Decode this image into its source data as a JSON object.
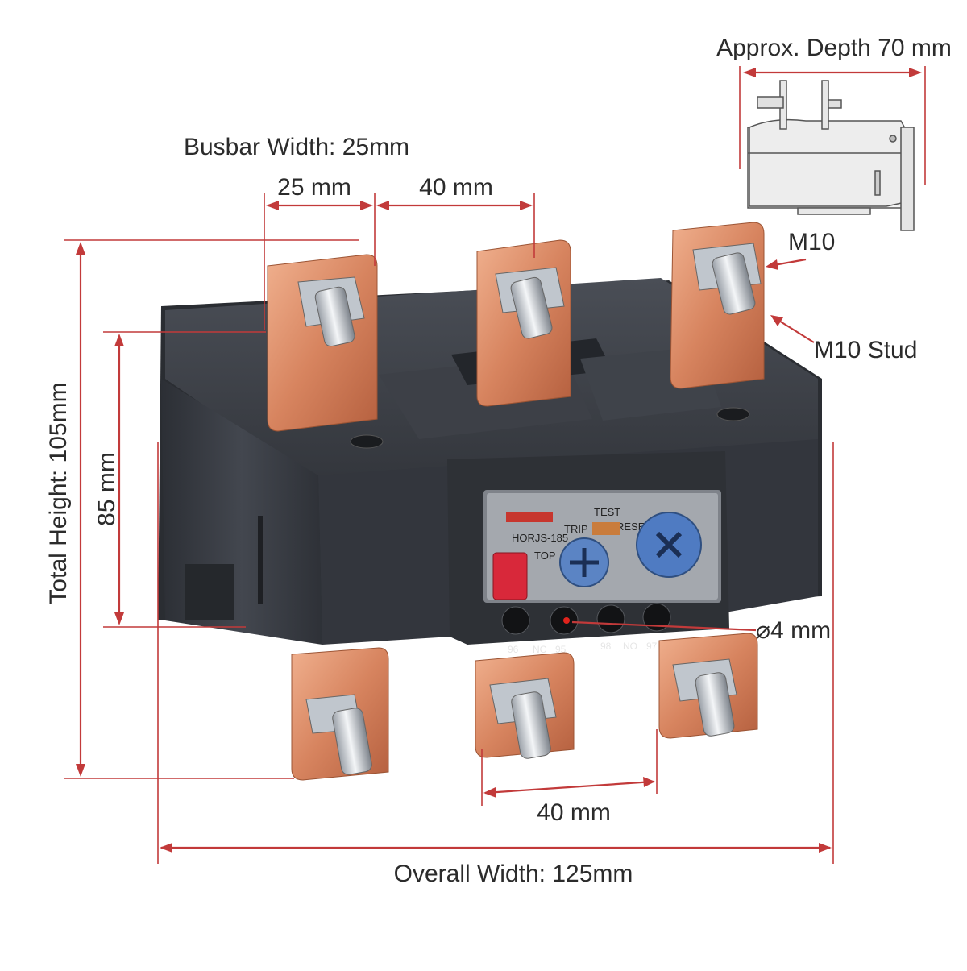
{
  "labels": {
    "depth": "Approx. Depth 70 mm",
    "busbar_width": "Busbar Width: 25mm",
    "pitch_25": "25 mm",
    "pitch_40_top": "40 mm",
    "m10": "M10",
    "m10_stud": "M10 Stud",
    "total_height": "Total Height: 105mm",
    "height_85": "85 mm",
    "hole_diameter": "⌀4 mm",
    "pitch_40_bottom": "40 mm",
    "overall_width": "Overall Width: 125mm"
  },
  "relay_panel": {
    "test": "TEST",
    "trip": "TRIP",
    "reset": "RESET",
    "top": "TOP",
    "model": "HORJS-185",
    "terminals": [
      "96",
      "NC",
      "95",
      "98",
      "NO",
      "97"
    ]
  },
  "colors": {
    "dimension_line": "#c23a3a",
    "copper": "#d7845f",
    "housing": "#3a3d44",
    "test_button": "#d8283a"
  }
}
